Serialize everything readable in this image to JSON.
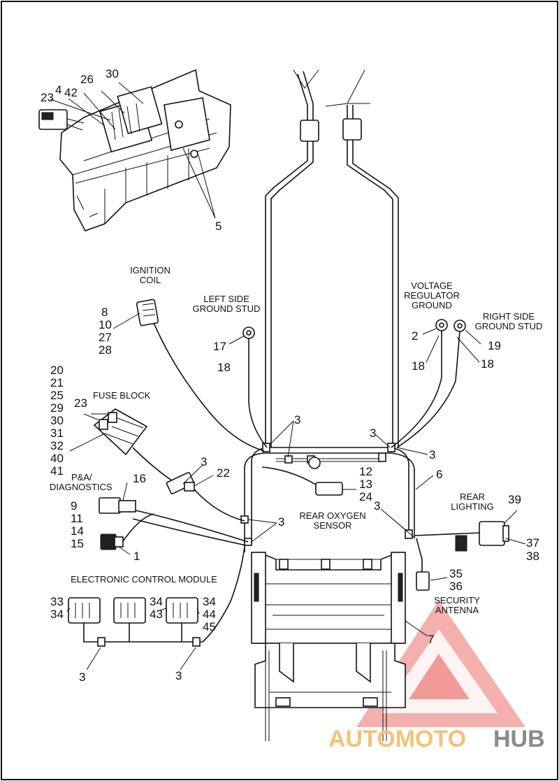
{
  "callouts": [
    {
      "id": "c26",
      "text": "26"
    },
    {
      "id": "c30a",
      "text": "30"
    },
    {
      "id": "c23a",
      "text": "23"
    },
    {
      "id": "c4",
      "text": "4"
    },
    {
      "id": "c42",
      "text": "42"
    },
    {
      "id": "c5",
      "text": "5"
    },
    {
      "id": "c8",
      "text": "8"
    },
    {
      "id": "c10",
      "text": "10"
    },
    {
      "id": "c27",
      "text": "27"
    },
    {
      "id": "c28",
      "text": "28"
    },
    {
      "id": "c17",
      "text": "17"
    },
    {
      "id": "c18a",
      "text": "18"
    },
    {
      "id": "c2",
      "text": "2"
    },
    {
      "id": "c18b",
      "text": "18"
    },
    {
      "id": "c19",
      "text": "19"
    },
    {
      "id": "c18c",
      "text": "18"
    },
    {
      "id": "c20",
      "text": "20"
    },
    {
      "id": "c21",
      "text": "21"
    },
    {
      "id": "c25",
      "text": "25"
    },
    {
      "id": "c29",
      "text": "29"
    },
    {
      "id": "c30b",
      "text": "30"
    },
    {
      "id": "c31",
      "text": "31"
    },
    {
      "id": "c32",
      "text": "32"
    },
    {
      "id": "c40",
      "text": "40"
    },
    {
      "id": "c41",
      "text": "41"
    },
    {
      "id": "c23b",
      "text": "23"
    },
    {
      "id": "c3a",
      "text": "3"
    },
    {
      "id": "c3b",
      "text": "3"
    },
    {
      "id": "c3c",
      "text": "3"
    },
    {
      "id": "c3d",
      "text": "3"
    },
    {
      "id": "c3e",
      "text": "3"
    },
    {
      "id": "c3f",
      "text": "3"
    },
    {
      "id": "c3g",
      "text": "3"
    },
    {
      "id": "c3h",
      "text": "3"
    },
    {
      "id": "c3i",
      "text": "3"
    },
    {
      "id": "c22",
      "text": "22"
    },
    {
      "id": "c12",
      "text": "12"
    },
    {
      "id": "c13",
      "text": "13"
    },
    {
      "id": "c24",
      "text": "24"
    },
    {
      "id": "c6",
      "text": "6"
    },
    {
      "id": "c16",
      "text": "16"
    },
    {
      "id": "c9",
      "text": "9"
    },
    {
      "id": "c11",
      "text": "11"
    },
    {
      "id": "c14",
      "text": "14"
    },
    {
      "id": "c15",
      "text": "15"
    },
    {
      "id": "c1",
      "text": "1"
    },
    {
      "id": "c39",
      "text": "39"
    },
    {
      "id": "c37",
      "text": "37"
    },
    {
      "id": "c38",
      "text": "38"
    },
    {
      "id": "c35",
      "text": "35"
    },
    {
      "id": "c36",
      "text": "36"
    },
    {
      "id": "c7",
      "text": "7"
    },
    {
      "id": "c33",
      "text": "33"
    },
    {
      "id": "c34a",
      "text": "34"
    },
    {
      "id": "c34b",
      "text": "34"
    },
    {
      "id": "c43",
      "text": "43"
    },
    {
      "id": "c34c",
      "text": "34"
    },
    {
      "id": "c44",
      "text": "44"
    },
    {
      "id": "c45",
      "text": "45"
    }
  ],
  "captions": [
    {
      "id": "ignition1",
      "text": "IGNITION"
    },
    {
      "id": "ignition2",
      "text": "COIL"
    },
    {
      "id": "leftstud1",
      "text": "LEFT SIDE"
    },
    {
      "id": "leftstud2",
      "text": "GROUND STUD"
    },
    {
      "id": "volt1",
      "text": "VOLTAGE"
    },
    {
      "id": "volt2",
      "text": "REGULATOR"
    },
    {
      "id": "volt3",
      "text": "GROUND"
    },
    {
      "id": "rightstud1",
      "text": "RIGHT SIDE"
    },
    {
      "id": "rightstud2",
      "text": "GROUND STUD"
    },
    {
      "id": "fuse",
      "text": "FUSE BLOCK"
    },
    {
      "id": "pa1",
      "text": "P&A/"
    },
    {
      "id": "pa2",
      "text": "DIAGNOSTICS"
    },
    {
      "id": "o2a",
      "text": "REAR OXYGEN"
    },
    {
      "id": "o2b",
      "text": "SENSOR"
    },
    {
      "id": "rear1",
      "text": "REAR"
    },
    {
      "id": "rear2",
      "text": "LIGHTING"
    },
    {
      "id": "sec1",
      "text": "SECURITY"
    },
    {
      "id": "sec2",
      "text": "ANTENNA"
    },
    {
      "id": "ecm",
      "text": "ELECTRONIC CONTROL MODULE"
    }
  ],
  "watermark": {
    "part1": "AUTOMOTO",
    "part2": "HUB",
    "color_main": "#f3c27a",
    "color_accent": "#8a8a8a",
    "logo_color": "#ee8a86"
  },
  "colors": {
    "line": "#111111",
    "background": "#ffffff"
  }
}
